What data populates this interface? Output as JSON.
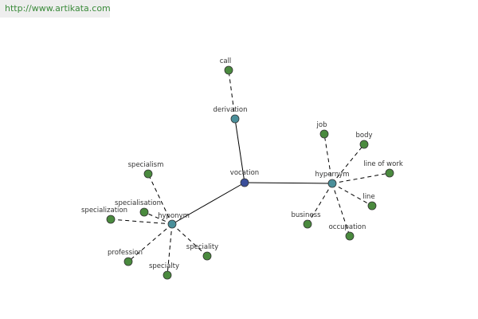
{
  "header": {
    "url": "http://www.artikata.com"
  },
  "colors": {
    "center": "#3a4e9a",
    "relation": "#4a8f9a",
    "term": "#4a8a3e"
  },
  "graph": {
    "center": {
      "id": "vocation",
      "label": "vocation"
    },
    "relations": [
      {
        "id": "derivation",
        "label": "derivation"
      },
      {
        "id": "hypernym",
        "label": "hypernym"
      },
      {
        "id": "hyponym",
        "label": "hyponym"
      }
    ],
    "terms": [
      {
        "id": "call",
        "label": "call",
        "parent": "derivation"
      },
      {
        "id": "job",
        "label": "job",
        "parent": "hypernym"
      },
      {
        "id": "body",
        "label": "body",
        "parent": "hypernym"
      },
      {
        "id": "line-of-work",
        "label": "line of work",
        "parent": "hypernym"
      },
      {
        "id": "line",
        "label": "line",
        "parent": "hypernym"
      },
      {
        "id": "occupation",
        "label": "occupation",
        "parent": "hypernym"
      },
      {
        "id": "business",
        "label": "business",
        "parent": "hypernym"
      },
      {
        "id": "specialism",
        "label": "specialism",
        "parent": "hyponym"
      },
      {
        "id": "specialisation",
        "label": "specialisation",
        "parent": "hyponym"
      },
      {
        "id": "specialization",
        "label": "specialization",
        "parent": "hyponym"
      },
      {
        "id": "profession",
        "label": "profession",
        "parent": "hyponym"
      },
      {
        "id": "specialty",
        "label": "specialty",
        "parent": "hyponym"
      },
      {
        "id": "speciality",
        "label": "speciality",
        "parent": "hyponym"
      }
    ]
  }
}
